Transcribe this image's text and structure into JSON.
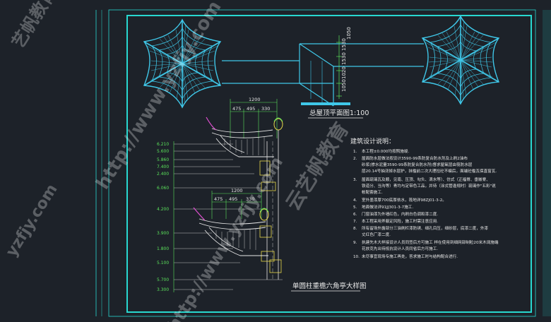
{
  "plan_title": "总屋顶平面图1:100",
  "section_title": "单圆柱重檐六角亭大样图",
  "plan_dims": [
    "1530",
    "1530",
    "1020",
    "1050",
    "1050"
  ],
  "section_dims_top": [
    "1200",
    "475",
    "495",
    "330"
  ],
  "section_dims_mid": [
    "1200",
    "475",
    "495",
    "330"
  ],
  "elevations": [
    "6.210",
    "5.600",
    "5.860",
    "7.400",
    "2.400",
    "6.060",
    "4.200",
    "3.900",
    "1.800",
    "5.100",
    "5.700",
    "3.300"
  ],
  "notes": {
    "title": "建筑设计说明：",
    "items": [
      {
        "num": "1.",
        "lines": [
          "本工程±0.000均按照施竣."
        ]
      },
      {
        "num": "2.",
        "lines": [
          "屋面防水层做法按设计3590-99系防复合防水剂及上刷2油布",
          "砂浆(掺水泥量3590-99系防复合防水剂)督求屋氧层由筏防水层",
          "层20.14号抽浇掉水层护，抹槛前二次大理捡砼不编后，面端砼槛瓦保直窗瓦."
        ]
      },
      {
        "num": "3.",
        "lines": [
          "屋面琉璃瓦及顺，见南、压顶、勾头、滴水等）、仿式（正福脊、垂嵌脊、",
          "铁道分、当沟等）青均与定带色工品，并待（涂式管逢规时）琉璃作\"五彩\"说",
          "帐配套施工."
        ]
      },
      {
        "num": "4.",
        "lines": [
          "室外墨漆厚700底厚依水，筏地详98ZJ01-3-2。"
        ]
      },
      {
        "num": "5.",
        "lines": [
          "地面做法详91JJ301-3-7施工."
        ]
      },
      {
        "num": "6.",
        "lines": [
          "门窗油漆为外墙红色，内刷白色调和漆二度."
        ]
      },
      {
        "num": "7.",
        "lines": [
          "本工程采用斧蔽定风险，施工时需注意应用."
        ]
      },
      {
        "num": "8.",
        "lines": [
          "所有留场外露部分三油刷栏漆防锈、细孔目压，细砂层，底漆二度，外漆",
          "丈红色厂漆二度."
        ]
      },
      {
        "num": "9.",
        "lines": [
          "执建先木大样接设计人员同签后方可施工 样在使用到细网部制粒20米木阔施端",
          "花放克先出待抵抗设计人员同省后方可施工."
        ]
      },
      {
        "num": "10.",
        "lines": [
          "未尽事宜现场专施工再处，答求施工时与结构配合进行."
        ]
      }
    ]
  },
  "watermarks": [
    "http://www.yzfjy.com",
    "艺帆教育",
    "http://www.yzfjy.com",
    "云艺帆教育",
    "yzfjy.com"
  ],
  "colors": {
    "background": "#1d2229",
    "frame": "#28d8d0",
    "cyan": "#3fc7e8",
    "white": "#e8e8e8",
    "yellow": "#e7d84a",
    "magenta": "#e14fd2",
    "green": "#5be25b",
    "watermark": "#ffffff"
  }
}
